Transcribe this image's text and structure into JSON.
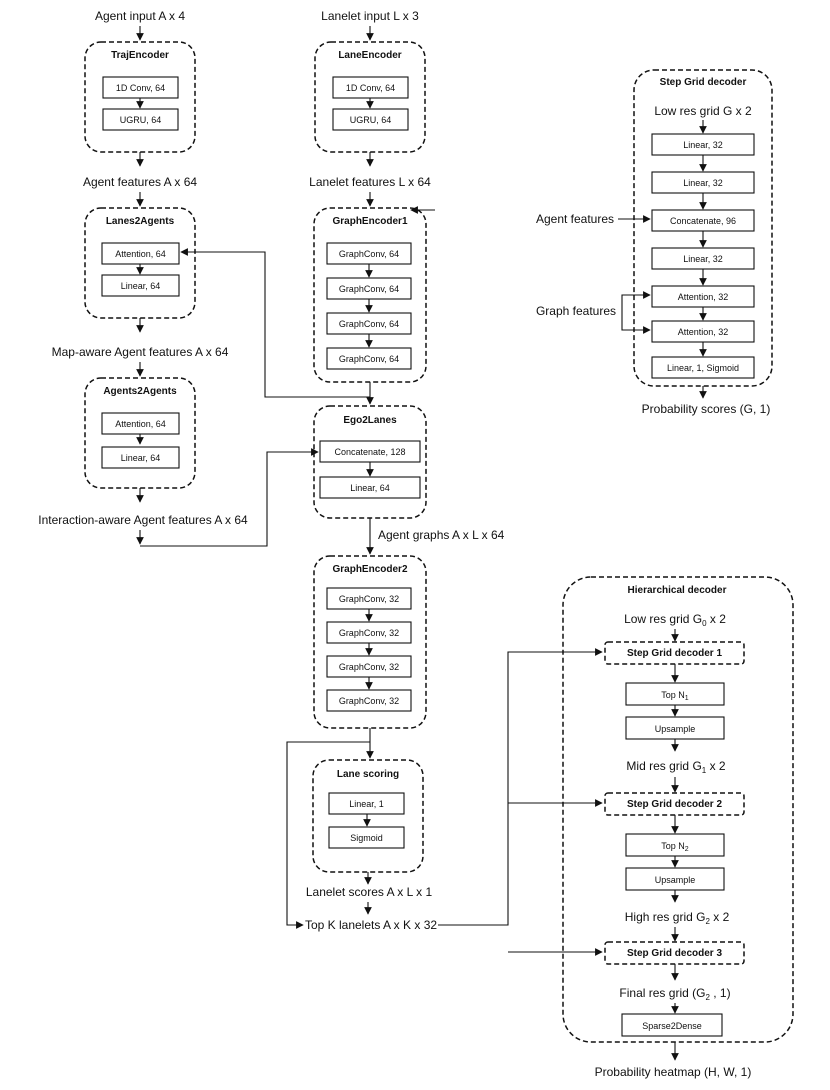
{
  "inputs": {
    "agent": "Agent input A x 4",
    "lanelet": "Lanelet input L x 3"
  },
  "labels": {
    "agent_features": "Agent features A x 64",
    "lanelet_features": "Lanelet features L x 64",
    "map_aware": "Map-aware Agent features A x 64",
    "interaction_aware": "Interaction-aware Agent features A x 64",
    "agent_graphs": "Agent graphs A x L x 64",
    "lanelet_scores": "Lanelet scores A x L x 1",
    "top_k": "Top K lanelets A x K x 32"
  },
  "traj_encoder": {
    "title": "TrajEncoder",
    "layers": [
      "1D Conv, 64",
      "UGRU, 64"
    ]
  },
  "lane_encoder": {
    "title": "LaneEncoder",
    "layers": [
      "1D Conv, 64",
      "UGRU, 64"
    ]
  },
  "lanes2agents": {
    "title": "Lanes2Agents",
    "layers": [
      "Attention, 64",
      "Linear, 64"
    ]
  },
  "agents2agents": {
    "title": "Agents2Agents",
    "layers": [
      "Attention, 64",
      "Linear, 64"
    ]
  },
  "graph_encoder1": {
    "title": "GraphEncoder1",
    "layers": [
      "GraphConv, 64",
      "GraphConv, 64",
      "GraphConv, 64",
      "GraphConv, 64"
    ]
  },
  "ego2lanes": {
    "title": "Ego2Lanes",
    "layers": [
      "Concatenate, 128",
      "Linear, 64"
    ]
  },
  "graph_encoder2": {
    "title": "GraphEncoder2",
    "layers": [
      "GraphConv, 32",
      "GraphConv, 32",
      "GraphConv, 32",
      "GraphConv, 32"
    ]
  },
  "lane_scoring": {
    "title": "Lane scoring",
    "layers": [
      "Linear, 1",
      "Sigmoid"
    ]
  },
  "step_grid": {
    "title": "Step Grid decoder",
    "input": "Low res grid G x 2",
    "layers": [
      "Linear, 32",
      "Linear, 32",
      "Concatenate, 96",
      "Linear, 32",
      "Attention, 32",
      "Attention, 32",
      "Linear, 1, Sigmoid"
    ],
    "side_inputs": [
      "Agent features",
      "Graph features"
    ],
    "output": "Probability scores (G, 1)"
  },
  "hierarchical": {
    "title": "Hierarchical decoder",
    "low_res": {
      "pre": "Low res grid G",
      "sub": "0",
      "post": " x 2"
    },
    "decoder_1": "Step Grid decoder 1",
    "top_n1": {
      "pre": "Top N",
      "sub": "1"
    },
    "upsample_1": "Upsample",
    "mid_res": {
      "pre": "Mid res grid G",
      "sub": "1",
      "post": " x 2"
    },
    "decoder_2": "Step Grid decoder 2",
    "top_n2": {
      "pre": "Top N",
      "sub": "2"
    },
    "upsample_2": "Upsample",
    "high_res": {
      "pre": "High res grid G",
      "sub": "2",
      "post": " x 2"
    },
    "decoder_3": "Step Grid decoder 3",
    "final_res": {
      "pre": "Final res grid (G",
      "sub": "2",
      "post": " , 1)"
    },
    "sparse2dense": "Sparse2Dense",
    "output": "Probability heatmap (H, W, 1)"
  }
}
